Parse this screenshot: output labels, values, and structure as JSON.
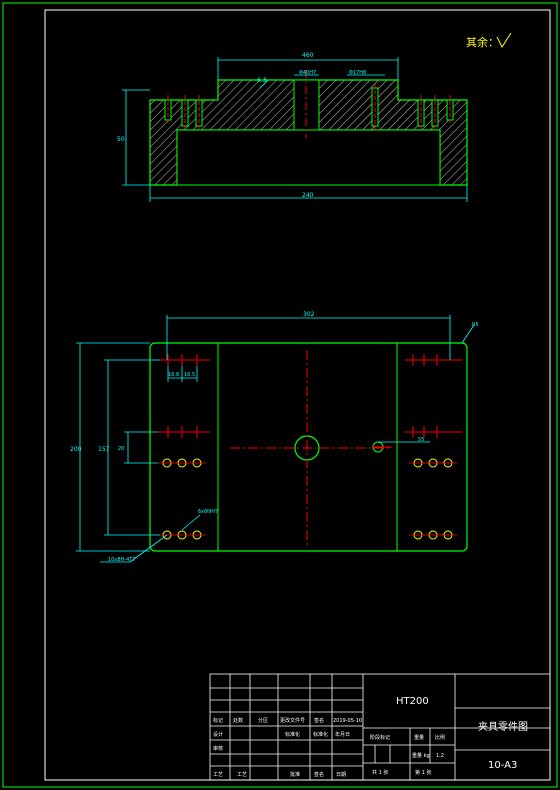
{
  "drawing": {
    "surface_note": "其余：",
    "top_view": {
      "dim_top": "460",
      "dim_bottom": "240",
      "dim_height": "50",
      "roughness": "6.3",
      "bore_dim": "Φ40H7",
      "hole_dim": "Φ17H8"
    },
    "plan_view": {
      "dim_width": "302",
      "dim_height_outer": "200",
      "dim_height_inner": "157",
      "dim_left_a": "16.8",
      "dim_left_b": "16.5",
      "dim_small": "20",
      "dim_small_right": "55",
      "corner_note": "R5",
      "hole_note_left": "10x8H-4T7",
      "hole_note_right": "6xΦ9H7"
    },
    "title_block": {
      "material": "HT200",
      "part_name": "夹具零件图",
      "drawing_no": "10-A3",
      "row_labels": [
        "标记",
        "处数",
        "分区",
        "更改文件号",
        "签名",
        "2019-05-10"
      ],
      "col_design": "设计",
      "col_std": "标准化",
      "col_review": "审核",
      "col_process": "工艺",
      "col_approve": "批准",
      "col_stage": "阶段标记",
      "col_weight": "重量",
      "col_scale": "比例",
      "scale_val": "1:2",
      "weight_val": "重量 kg",
      "sheets": "共 1 张",
      "sheet_no": "第 1 张",
      "sign_col": "签名",
      "date_col": "年月日",
      "std_label": "标准化",
      "process_label": "工艺",
      "process2": "工艺",
      "audit": "审核",
      "date_label": "日期"
    }
  }
}
